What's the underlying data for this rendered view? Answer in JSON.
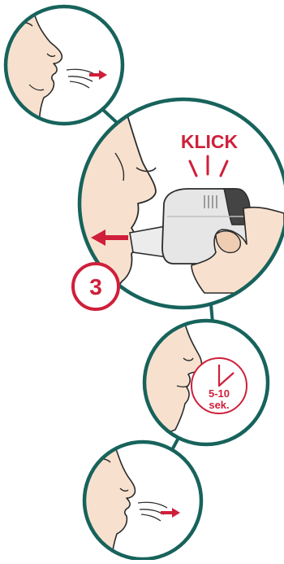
{
  "colors": {
    "circle_outline": "#17635c",
    "accent_red": "#cf1f3a",
    "skin": "#f7e1ce",
    "skin_shadow": "#efcdb3",
    "line": "#2b2b2b",
    "device_body": "#e6e6e6",
    "device_cap": "#444444",
    "background": "#ffffff"
  },
  "panels": [
    {
      "id": "exhale-before",
      "icon": "exhale-arrow-icon"
    },
    {
      "id": "inhale-device",
      "icon": "inhale-arrow-icon",
      "sound_label": "KLICK",
      "step_number": "3"
    },
    {
      "id": "hold-breath",
      "icon": "clock-icon",
      "timer_line1": "5-10",
      "timer_line2": "sek."
    },
    {
      "id": "exhale-after",
      "icon": "exhale-arrow-icon"
    }
  ]
}
